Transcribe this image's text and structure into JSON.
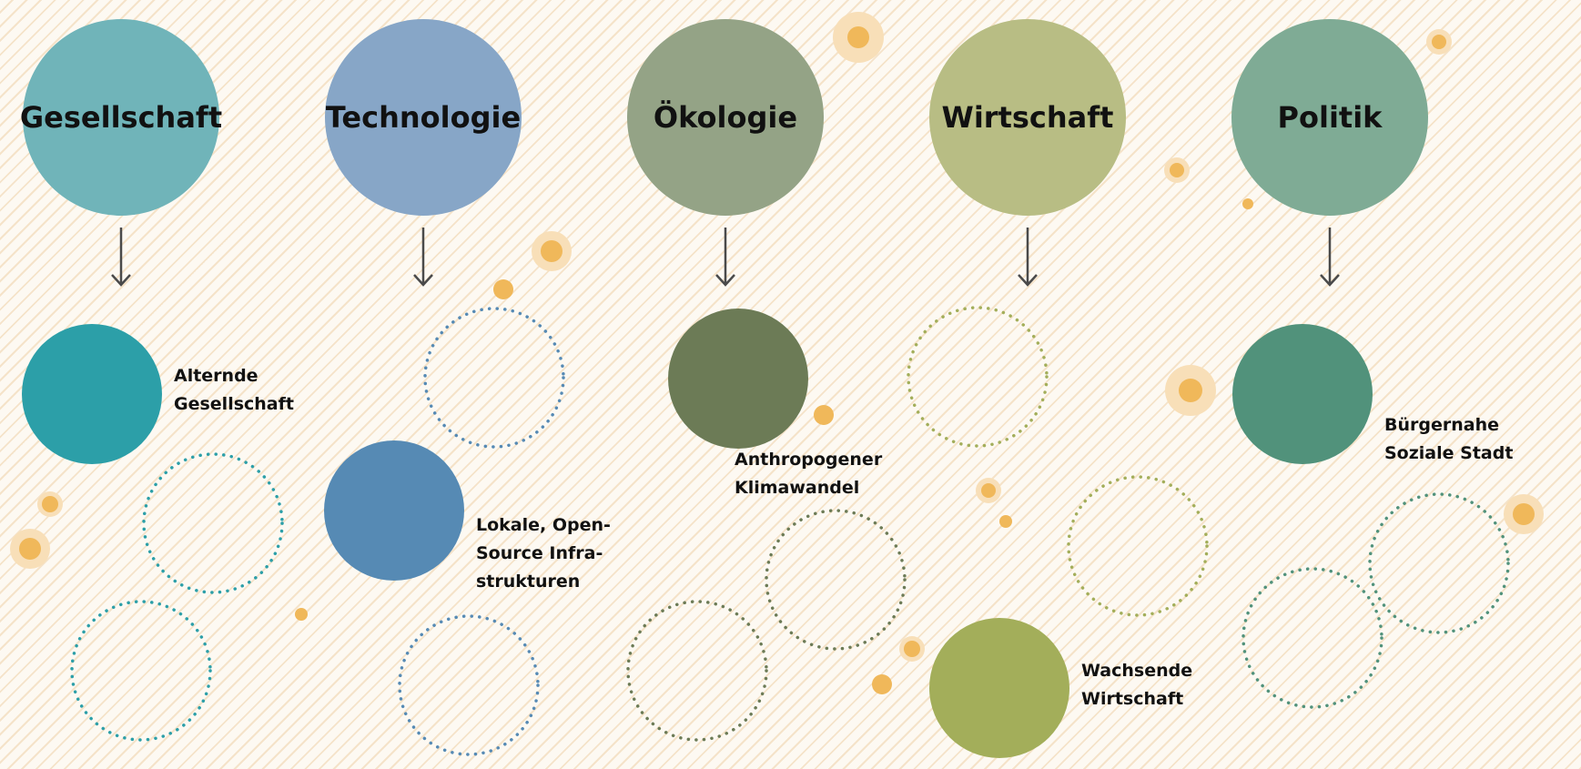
{
  "categories": [
    {
      "label": "Gesellschaft",
      "color": "#70b4b9"
    },
    {
      "label": "Technologie",
      "color": "#87a6c7"
    },
    {
      "label": "Ökologie",
      "color": "#94a386"
    },
    {
      "label": "Wirtschaft",
      "color": "#b8bd84"
    },
    {
      "label": "Politik",
      "color": "#7fab95"
    }
  ],
  "trends": [
    {
      "line1": "Alternde",
      "line2": "Gesellschaft",
      "color": "#2c9fa8"
    },
    {
      "line1": "Lokale, Open-",
      "line2": "Source Infra-",
      "line3": "strukturen",
      "color": "#568ab4"
    },
    {
      "line1": "Anthropogener",
      "line2": "Klimawandel",
      "color": "#6c7b56"
    },
    {
      "line1": "Wachsende",
      "line2": "Wirtschaft",
      "color": "#a3ae5a"
    },
    {
      "line1": "Bürgernahe",
      "line2": "Soziale Stadt",
      "color": "#51927b"
    }
  ],
  "colors": {
    "background": "#fdf9f2",
    "stripes": "#f5e3c9",
    "arrow": "#4a4a4a",
    "dot_core": "#f0b85a",
    "dot_halo": "#f8dfb8"
  }
}
